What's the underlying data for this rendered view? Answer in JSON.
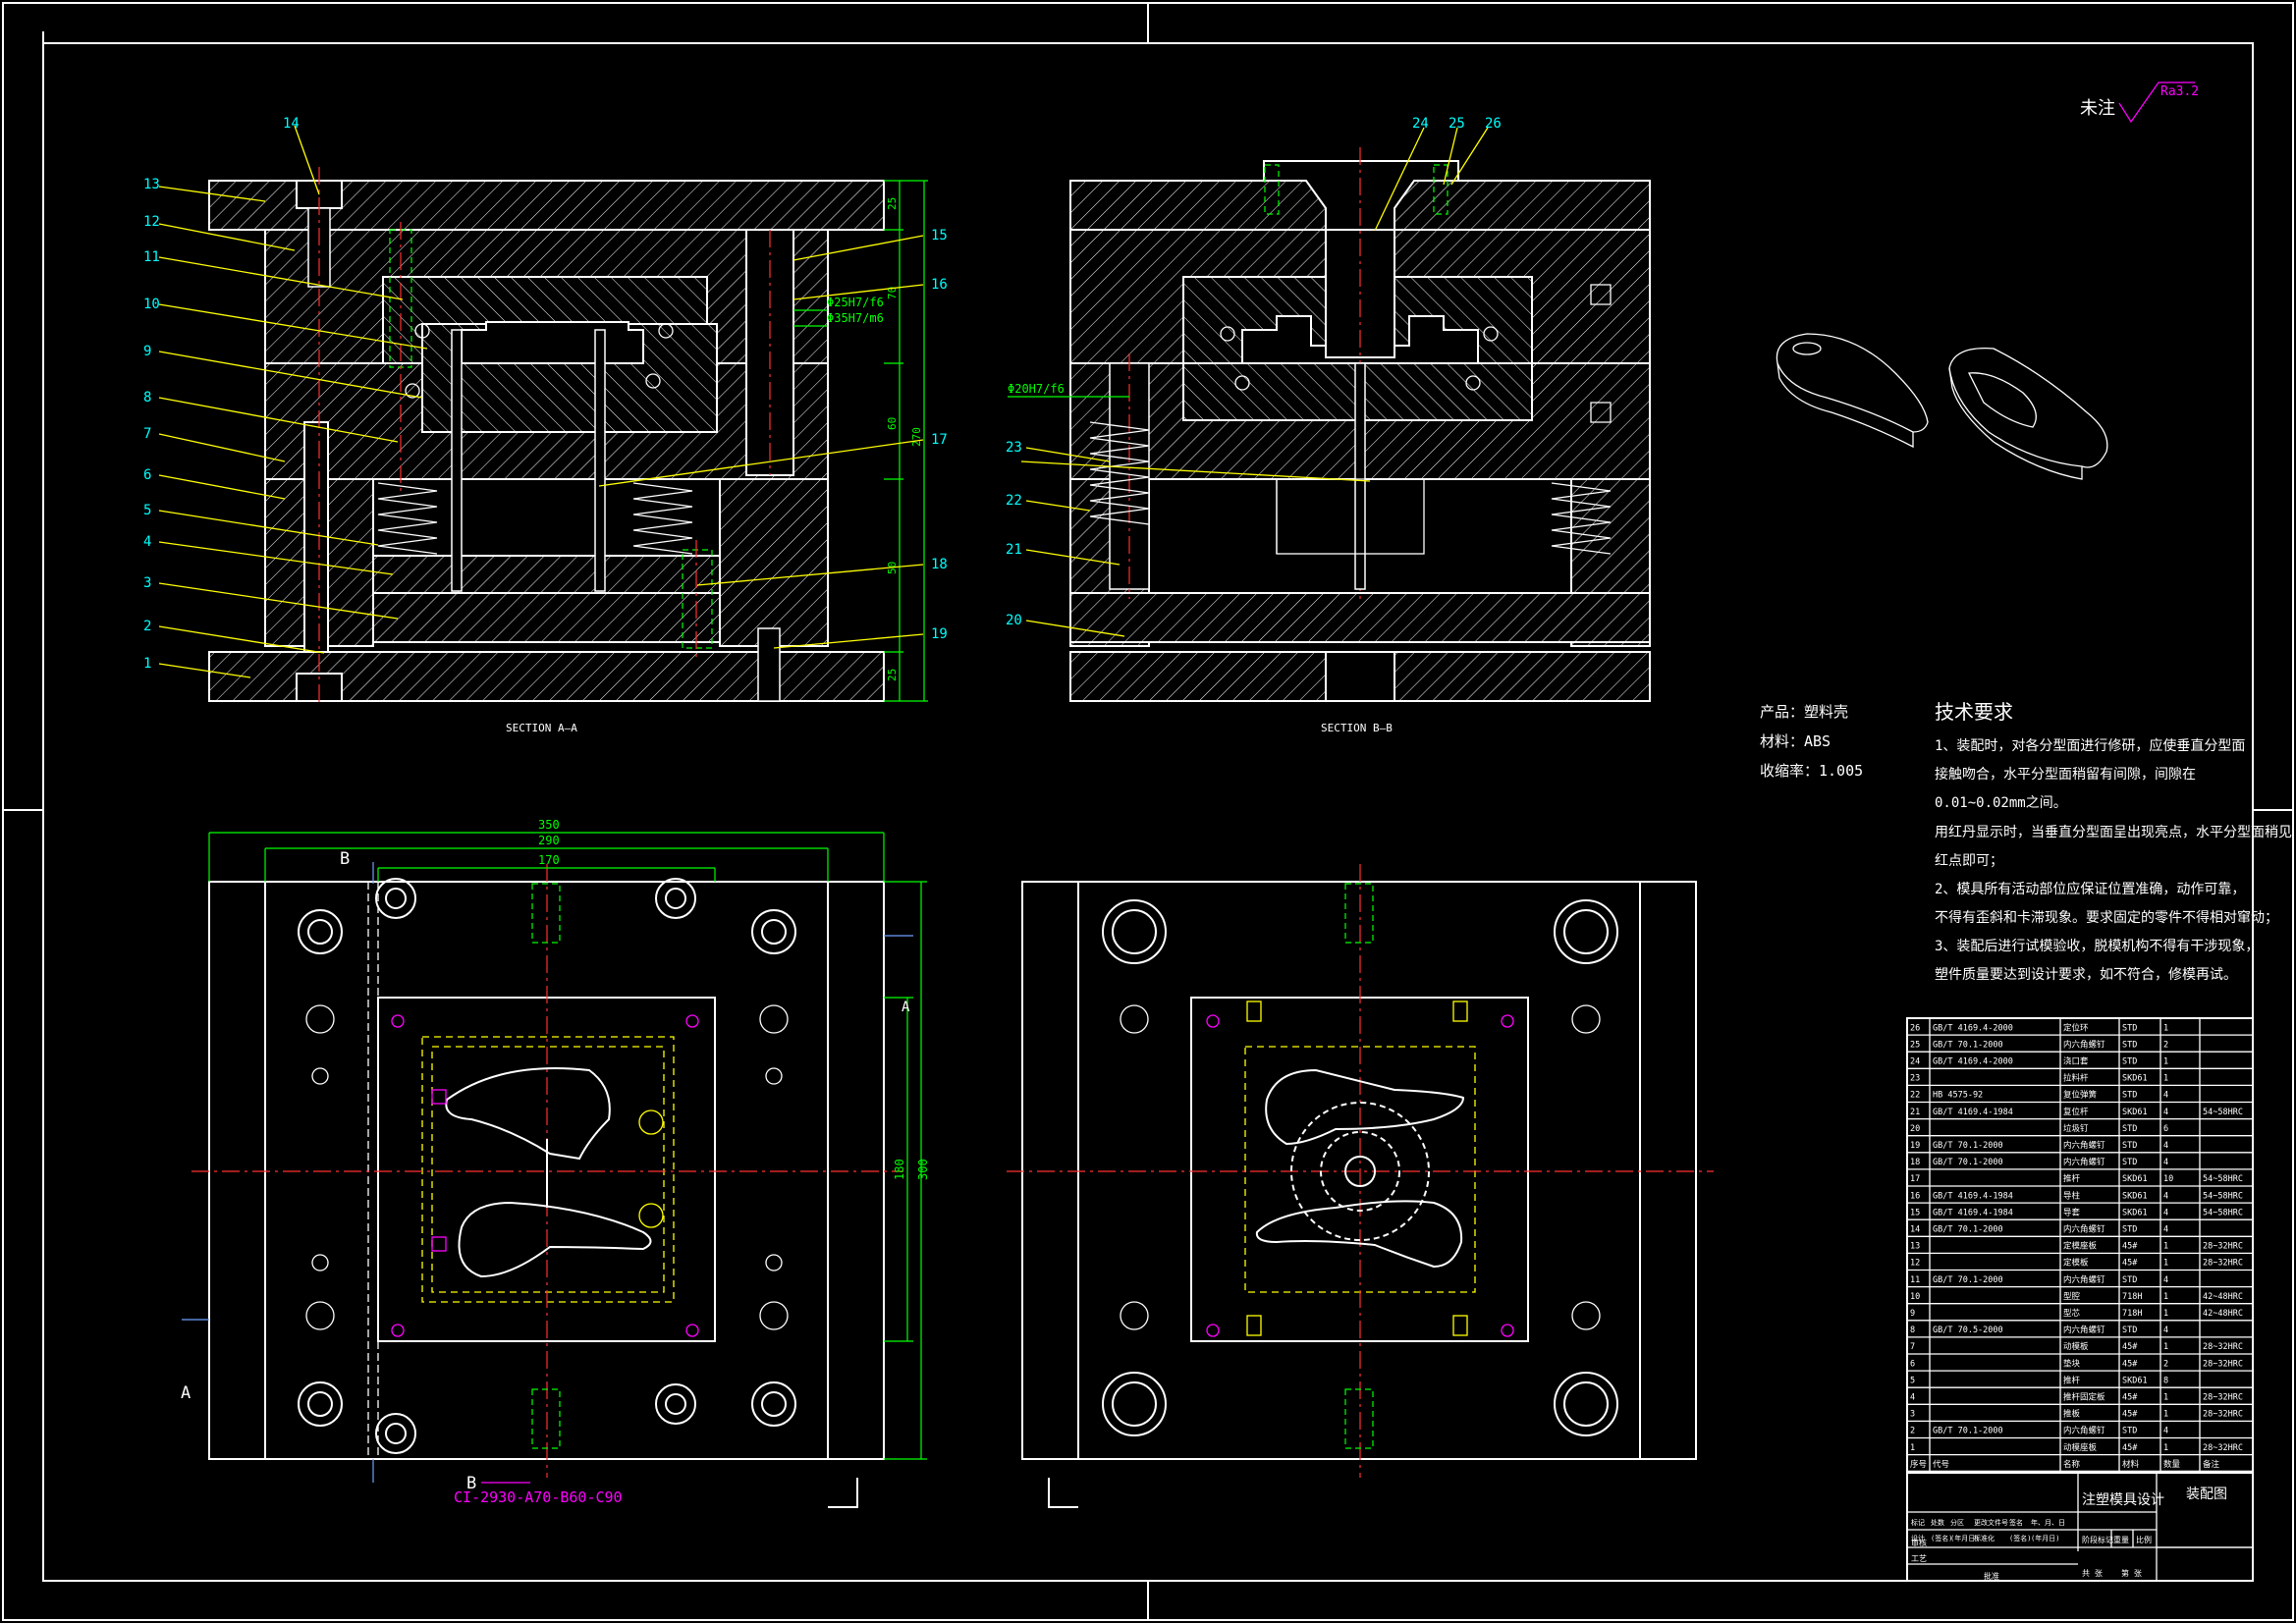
{
  "sections": {
    "aa_label": "SECTION A—A",
    "bb_label": "SECTION B—B"
  },
  "roughness": {
    "text": "未注",
    "value": "Ra3.2"
  },
  "callouts_aa_left": [
    "13",
    "12",
    "11",
    "10",
    "9",
    "8",
    "7",
    "6",
    "5",
    "4",
    "3",
    "2",
    "1"
  ],
  "callouts_aa_top": "14",
  "callouts_aa_right": [
    "15",
    "16",
    "17",
    "18",
    "19"
  ],
  "callouts_bb_top": [
    "24",
    "25",
    "26"
  ],
  "callouts_bb_left": [
    "23",
    "22",
    "21",
    "20"
  ],
  "fits": {
    "fit1": "Φ25H7/f6",
    "fit2": "Φ35H7/m6",
    "fit3": "Φ20H7/f6"
  },
  "dims_aa_right": [
    "25",
    "70",
    "60",
    "270",
    "50",
    "25"
  ],
  "dims_plan": {
    "w350": "350",
    "w290": "290",
    "w170": "170",
    "h180": "180",
    "h300": "300"
  },
  "plan_labels": {
    "b_top": "B",
    "b_bottom": "B",
    "a_left": "A",
    "a_right": "A",
    "moldbase_code": "CI-2930-A70-B60-C90"
  },
  "product_info": {
    "product": "产品：塑料壳",
    "material": "材料：ABS",
    "shrink": "收缩率：1.005"
  },
  "tech_req": {
    "title": "技术要求",
    "lines": [
      "1、装配时，对各分型面进行修研，应使垂直分型面",
      "接触吻合，水平分型面稍留有间隙，间隙在",
      "0.01~0.02mm之间。",
      "用红丹显示时，当垂直分型面呈出现亮点，水平分型面稍见",
      "红点即可；",
      "2、模具所有活动部位应保证位置准确，动作可靠，",
      "不得有歪斜和卡滞现象。要求固定的零件不得相对窜动；",
      "3、装配后进行试模验收，脱模机构不得有干涉现象，",
      "塑件质量要达到设计要求，如不符合，修模再试。"
    ]
  },
  "bom": {
    "rows": [
      {
        "no": "26",
        "std": "GB/T 4169.4-2000",
        "name": "定位环",
        "mat": "STD",
        "qty": "1",
        "note": ""
      },
      {
        "no": "25",
        "std": "GB/T 70.1-2000",
        "name": "内六角螺钉",
        "mat": "STD",
        "qty": "2",
        "note": ""
      },
      {
        "no": "24",
        "std": "GB/T 4169.4-2000",
        "name": "浇口套",
        "mat": "STD",
        "qty": "1",
        "note": ""
      },
      {
        "no": "23",
        "std": "",
        "name": "拉料杆",
        "mat": "SKD61",
        "qty": "1",
        "note": ""
      },
      {
        "no": "22",
        "std": "HB 4575-92",
        "name": "复位弹簧",
        "mat": "STD",
        "qty": "4",
        "note": ""
      },
      {
        "no": "21",
        "std": "GB/T 4169.4-1984",
        "name": "复位杆",
        "mat": "SKD61",
        "qty": "4",
        "note": "54~58HRC"
      },
      {
        "no": "20",
        "std": "",
        "name": "垃圾钉",
        "mat": "STD",
        "qty": "6",
        "note": ""
      },
      {
        "no": "19",
        "std": "GB/T 70.1-2000",
        "name": "内六角螺钉",
        "mat": "STD",
        "qty": "4",
        "note": ""
      },
      {
        "no": "18",
        "std": "GB/T 70.1-2000",
        "name": "内六角螺钉",
        "mat": "STD",
        "qty": "4",
        "note": ""
      },
      {
        "no": "17",
        "std": "",
        "name": "推杆",
        "mat": "SKD61",
        "qty": "10",
        "note": "54~58HRC"
      },
      {
        "no": "16",
        "std": "GB/T 4169.4-1984",
        "name": "导柱",
        "mat": "SKD61",
        "qty": "4",
        "note": "54~58HRC"
      },
      {
        "no": "15",
        "std": "GB/T 4169.4-1984",
        "name": "导套",
        "mat": "SKD61",
        "qty": "4",
        "note": "54~58HRC"
      },
      {
        "no": "14",
        "std": "GB/T 70.1-2000",
        "name": "内六角螺钉",
        "mat": "STD",
        "qty": "4",
        "note": ""
      },
      {
        "no": "13",
        "std": "",
        "name": "定模座板",
        "mat": "45#",
        "qty": "1",
        "note": "28~32HRC"
      },
      {
        "no": "12",
        "std": "",
        "name": "定模板",
        "mat": "45#",
        "qty": "1",
        "note": "28~32HRC"
      },
      {
        "no": "11",
        "std": "GB/T 70.1-2000",
        "name": "内六角螺钉",
        "mat": "STD",
        "qty": "4",
        "note": ""
      },
      {
        "no": "10",
        "std": "",
        "name": "型腔",
        "mat": "718H",
        "qty": "1",
        "note": "42~48HRC"
      },
      {
        "no": "9",
        "std": "",
        "name": "型芯",
        "mat": "718H",
        "qty": "1",
        "note": "42~48HRC"
      },
      {
        "no": "8",
        "std": "GB/T 70.5-2000",
        "name": "内六角螺钉",
        "mat": "STD",
        "qty": "4",
        "note": ""
      },
      {
        "no": "7",
        "std": "",
        "name": "动模板",
        "mat": "45#",
        "qty": "1",
        "note": "28~32HRC"
      },
      {
        "no": "6",
        "std": "",
        "name": "垫块",
        "mat": "45#",
        "qty": "2",
        "note": "28~32HRC"
      },
      {
        "no": "5",
        "std": "",
        "name": "推杆",
        "mat": "SKD61",
        "qty": "8",
        "note": ""
      },
      {
        "no": "4",
        "std": "",
        "name": "推杆固定板",
        "mat": "45#",
        "qty": "1",
        "note": "28~32HRC"
      },
      {
        "no": "3",
        "std": "",
        "name": "推板",
        "mat": "45#",
        "qty": "1",
        "note": "28~32HRC"
      },
      {
        "no": "2",
        "std": "GB/T 70.1-2000",
        "name": "内六角螺钉",
        "mat": "STD",
        "qty": "4",
        "note": ""
      },
      {
        "no": "1",
        "std": "",
        "name": "动模座板",
        "mat": "45#",
        "qty": "1",
        "note": "28~32HRC"
      }
    ],
    "header": {
      "no": "序号",
      "std": "代号",
      "name": "名称",
      "mat": "材料",
      "qty": "数量",
      "note": "备注"
    }
  },
  "title_block": {
    "design_title": "注塑模具设计",
    "drawing_name": "装配图",
    "row_labels": [
      "标记",
      "处数",
      "分区",
      "更改文件号",
      "签名",
      "年、月、日"
    ],
    "row_labels2": [
      "设计",
      "(签名)",
      "(年月日)",
      "标准化",
      "(签名)",
      "(年月日)"
    ],
    "stage_labels": [
      "阶段标记",
      "重量",
      "比例"
    ],
    "audit": "审核",
    "craft": "工艺",
    "approve": "批准",
    "sheet_total": "共 张",
    "sheet_no": "第 张"
  }
}
